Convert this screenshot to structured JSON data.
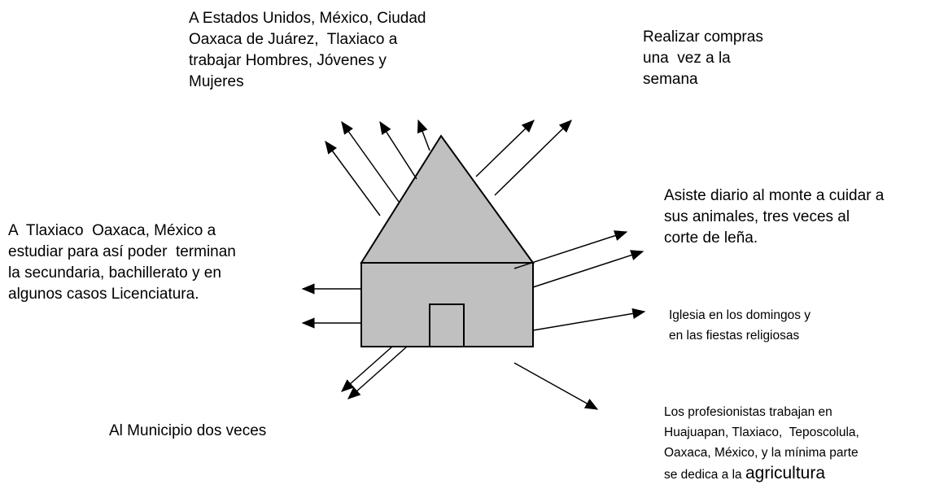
{
  "colors": {
    "house_fill": "#c0c0c0",
    "stroke": "#000000",
    "background": "#ffffff"
  },
  "labels": {
    "top_left": [
      "A Estados Unidos, México, Ciudad",
      "Oaxaca de Juárez,  Tlaxiaco a",
      "trabajar Hombres, Jóvenes y",
      "Mujeres"
    ],
    "top_right": [
      "Realizar compras",
      "una  vez a la",
      "semana"
    ],
    "left": [
      "A  Tlaxiaco  Oaxaca, México a",
      "estudiar para así poder  terminan",
      "la secundaria, bachillerato y en",
      "algunos casos Licenciatura."
    ],
    "right": [
      "Asiste diario al monte a cuidar a",
      "sus animales, tres veces al",
      "corte de leña."
    ],
    "church": [
      "Iglesia en los domingos y",
      "en las fiestas religiosas"
    ],
    "bottom_left": [
      "Al Municipio dos veces"
    ],
    "bottom_right": [
      "Los profesionistas trabajan en",
      "Huajuapan, Tlaxiaco,  Teposcolula,",
      "Oaxaca, México, y la mínima parte"
    ],
    "bottom_right_last_prefix": "se dedica a la ",
    "bottom_right_last_word": "agricultura"
  }
}
